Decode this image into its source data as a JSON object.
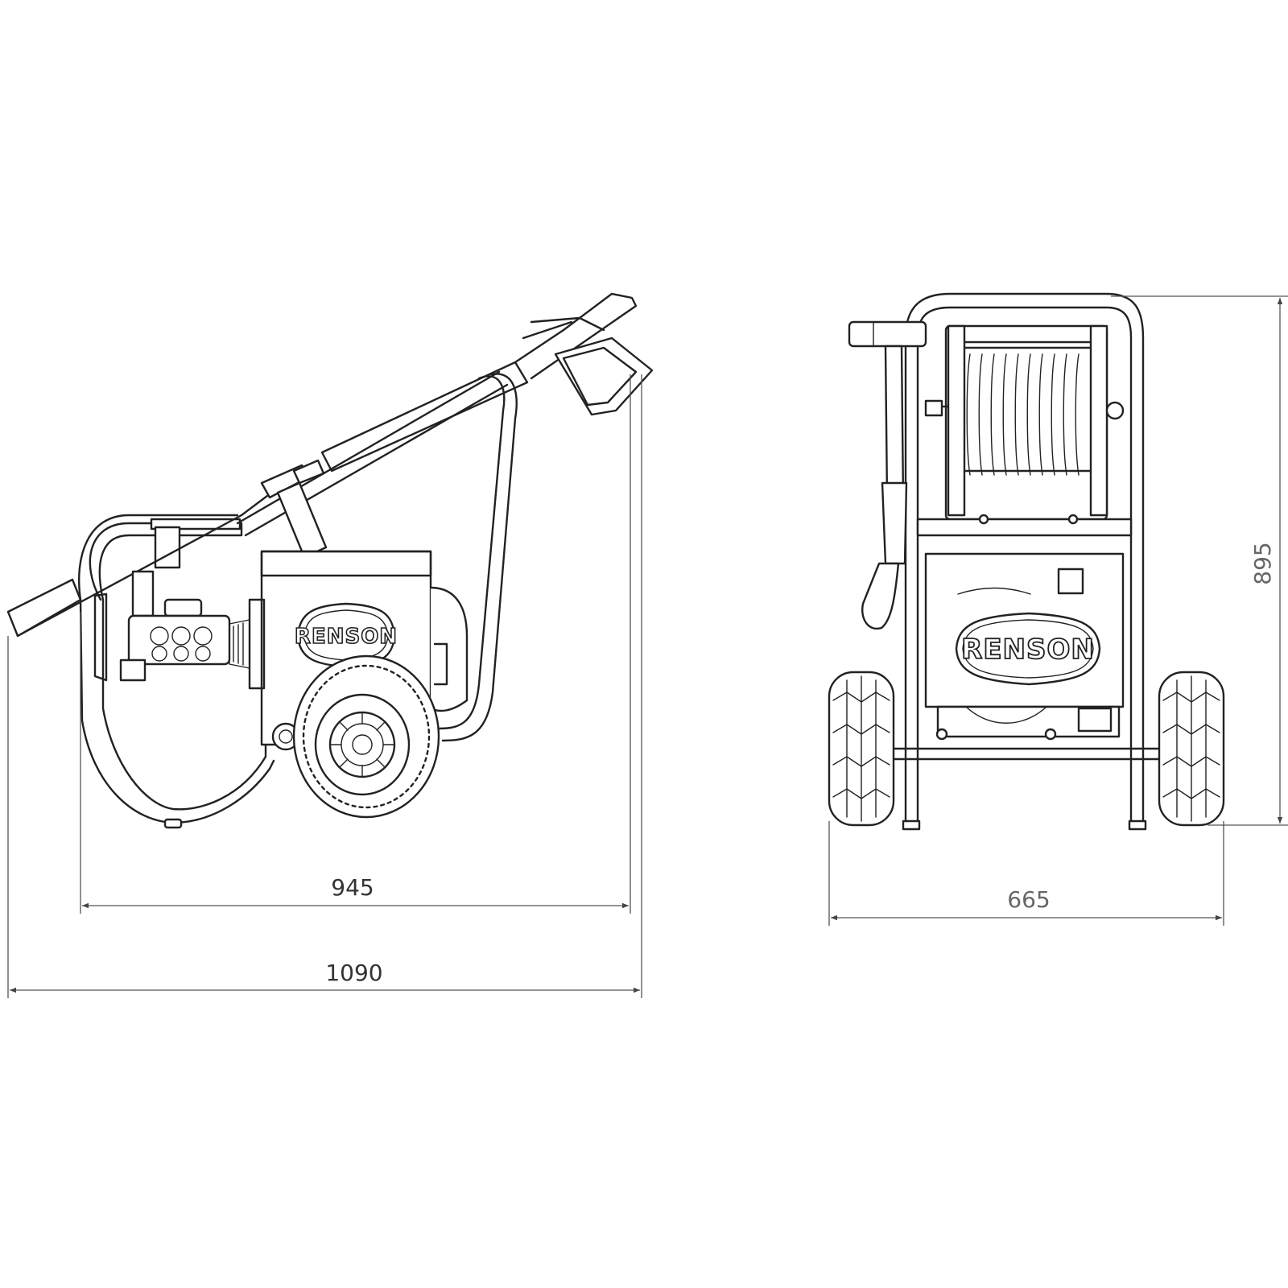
{
  "brand": "RENSON",
  "dimensions": {
    "side_length_inner": "945",
    "side_length_overall": "1090",
    "front_width": "665",
    "front_height": "895"
  }
}
